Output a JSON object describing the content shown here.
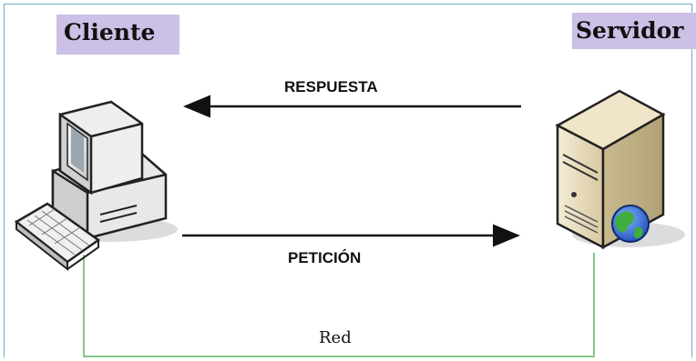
{
  "client": {
    "label": "Cliente"
  },
  "server": {
    "label": "Servidor"
  },
  "response_arrow": {
    "label": "RESPUESTA"
  },
  "request_arrow": {
    "label": "PETICIÓN"
  },
  "network": {
    "label": "Red"
  },
  "colors": {
    "label_bg": "#ccc0e6",
    "network_line": "#5cb85c",
    "frame": "#6fa8c9"
  },
  "icons": [
    "desktop-computer-icon",
    "server-icon",
    "globe-icon"
  ]
}
